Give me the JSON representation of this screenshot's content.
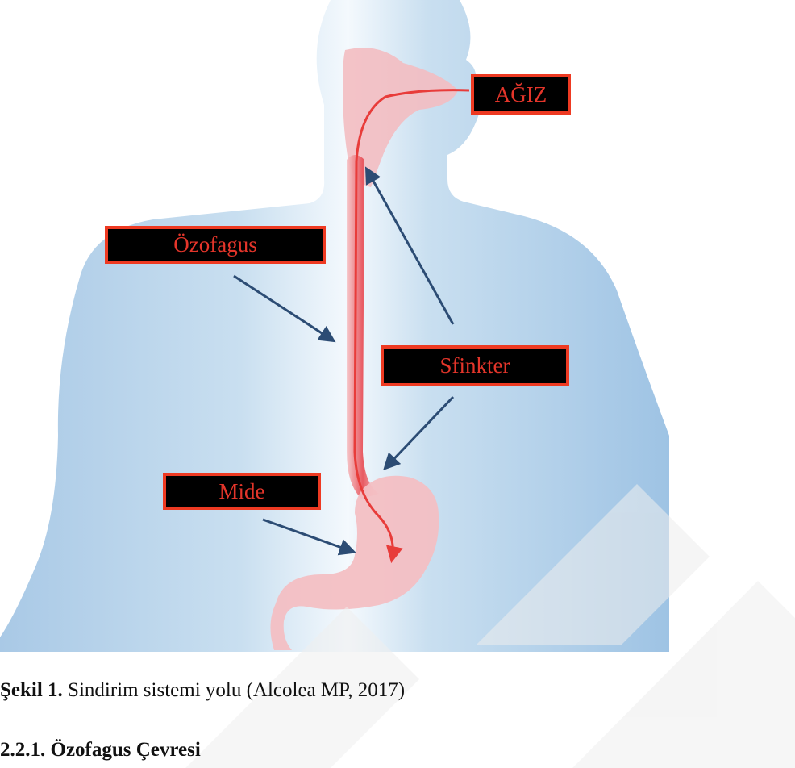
{
  "figure": {
    "labels": {
      "agiz": "AĞIZ",
      "ozofagus": "Özofagus",
      "sfinkter": "Sfinkter",
      "mide": "Mide"
    },
    "colors": {
      "body": "#aecce6",
      "organ": "#f2b8bd",
      "path": "#e83c3a",
      "arrow": "#2c4c74",
      "label_bg": "#000000",
      "label_border": "#ee3a22",
      "label_text": "#e4352a"
    }
  },
  "caption": {
    "prefix": "Şekil 1.",
    "text": " Sindirim sistemi yolu (Alcolea MP, 2017)"
  },
  "section": {
    "heading": "2.2.1. Özofagus Çevresi"
  }
}
